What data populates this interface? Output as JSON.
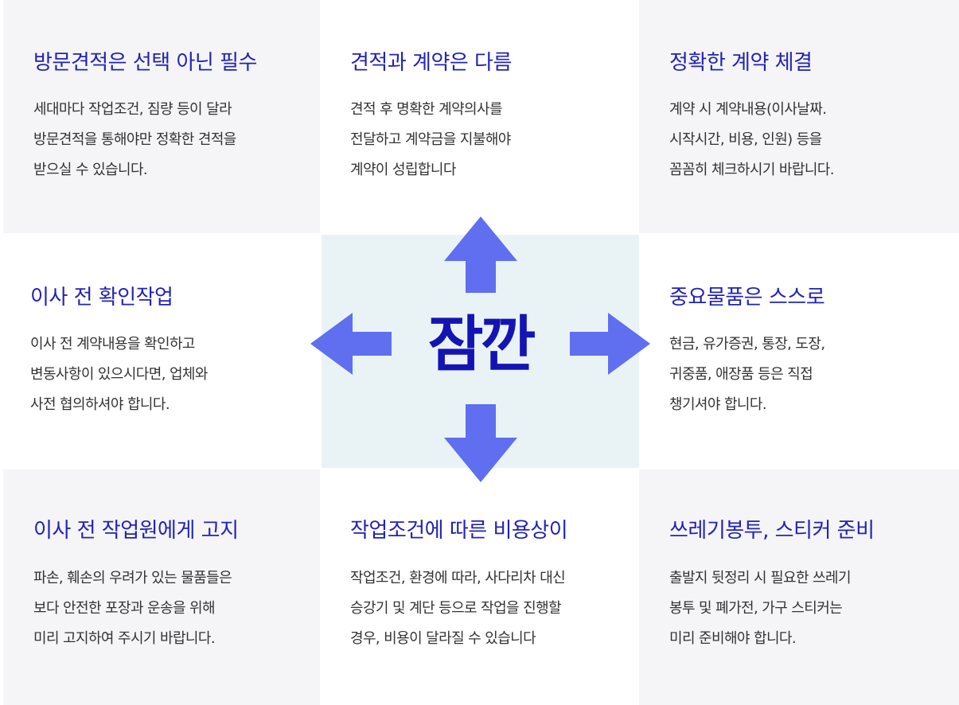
{
  "center_word": "잠깐",
  "colors": {
    "heading": "#2323b4",
    "arrow": "#5f6fef",
    "center_bg": "#e9f3f6",
    "card_gray": "#f5f4f6"
  },
  "cards": [
    {
      "title": "방문견적은 선택 아닌 필수",
      "lines": [
        "세대마다 작업조건, 짐량 등이 달라",
        "방문견적을 통해야만 정확한 견적을",
        "받으실 수 있습니다."
      ]
    },
    {
      "title": "견적과 계약은 다름",
      "lines": [
        "견적 후 명확한 계약의사를",
        "전달하고 계약금을  지불해야",
        "계약이 성립합니다"
      ]
    },
    {
      "title": "정확한 계약 체결",
      "lines": [
        "계약 시 계약내용(이사날짜.",
        "시작시간, 비용, 인원) 등을",
        "꼼꼼히 체크하시기 바랍니다."
      ]
    },
    {
      "title": "이사 전 확인작업",
      "lines": [
        "이사 전 계약내용을 확인하고",
        "변동사항이 있으시다면, 업체와",
        "사전 협의하셔야 합니다."
      ]
    },
    {
      "title": "중요물품은 스스로",
      "lines": [
        "현금, 유가증권, 통장, 도장,",
        "귀중품, 애장품 등은 직접",
        "챙기셔야 합니다."
      ]
    },
    {
      "title": "이사 전 작업원에게 고지",
      "lines": [
        "파손, 훼손의 우려가 있는 물품들은",
        "보다 안전한 포장과 운송을 위해",
        "미리 고지하여 주시기 바랍니다."
      ]
    },
    {
      "title": "작업조건에 따른 비용상이",
      "lines": [
        "작업조건, 환경에 따라, 사다리차 대신",
        "승강기 및 계단 등으로 작업을 진행할",
        "경우, 비용이 달라질 수 있습니다"
      ]
    },
    {
      "title": "쓰레기봉투, 스티커 준비",
      "lines": [
        "출발지 뒷정리 시 필요한 쓰레기",
        "봉투 및 폐가전, 가구 스티커는",
        "미리 준비해야 합니다."
      ]
    }
  ]
}
